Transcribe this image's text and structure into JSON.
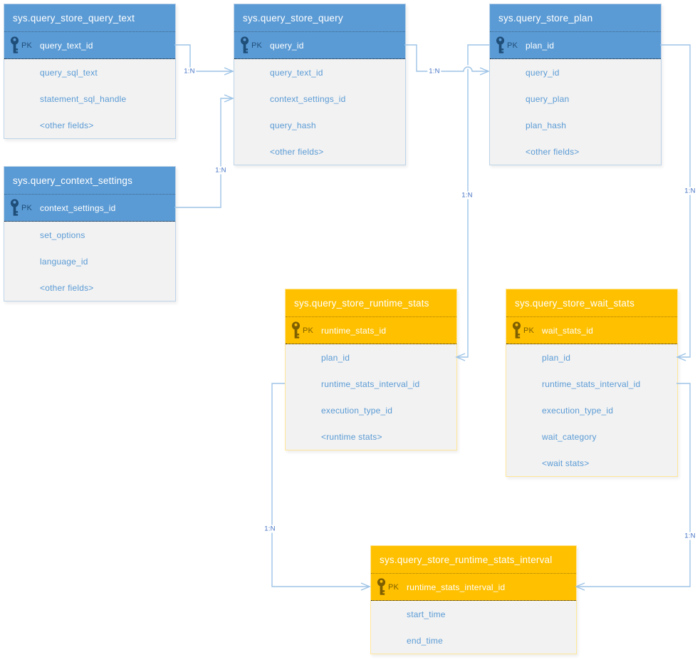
{
  "labels": {
    "pk": "PK"
  },
  "colors": {
    "blue_header": "#5B9BD5",
    "orange_header": "#FFC000",
    "body_background": "#F2F2F2",
    "field_text": "#5B9BD5",
    "header_text": "#FFFFFF",
    "connector_line": "#9DC3E6",
    "relationship_label_text": "#4472C4",
    "blue_key_icon": "#1F4E79",
    "orange_key_icon": "#7F6000"
  },
  "tables": [
    {
      "title": "sys.query_store_query_text",
      "theme": "blue",
      "pk": "query_text_id",
      "fields": [
        "query_sql_text",
        "statement_sql_handle",
        "<other fields>"
      ]
    },
    {
      "title": "sys.query_store_query",
      "theme": "blue",
      "pk": "query_id",
      "fields": [
        "query_text_id",
        "context_settings_id",
        "query_hash",
        "<other fields>"
      ]
    },
    {
      "title": "sys.query_store_plan",
      "theme": "blue",
      "pk": "plan_id",
      "fields": [
        "query_id",
        "query_plan",
        "plan_hash",
        "<other fields>"
      ]
    },
    {
      "title": "sys.query_context_settings",
      "theme": "blue",
      "pk": "context_settings_id",
      "fields": [
        "set_options",
        "language_id",
        "<other fields>"
      ]
    },
    {
      "title": "sys.query_store_runtime_stats",
      "theme": "orange",
      "pk": "runtime_stats_id",
      "fields": [
        "plan_id",
        "runtime_stats_interval_id",
        "execution_type_id",
        "<runtime stats>"
      ]
    },
    {
      "title": "sys.query_store_wait_stats",
      "theme": "orange",
      "pk": "wait_stats_id",
      "fields": [
        "plan_id",
        "runtime_stats_interval_id",
        "execution_type_id",
        "wait_category",
        "<wait stats>"
      ]
    },
    {
      "title": "sys.query_store_runtime_stats_interval",
      "theme": "orange",
      "pk": "runtime_stats_interval_id",
      "fields": [
        "start_time",
        "end_time"
      ]
    }
  ],
  "relationships": [
    {
      "from": "sys.query_store_query_text.query_text_id",
      "to": "sys.query_store_query.query_text_id",
      "label": "1:N"
    },
    {
      "from": "sys.query_store_query.query_id",
      "to": "sys.query_store_plan.query_id",
      "label": "1:N"
    },
    {
      "from": "sys.query_context_settings.context_settings_id",
      "to": "sys.query_store_query.context_settings_id",
      "label": "1:N"
    },
    {
      "from": "sys.query_store_plan.plan_id",
      "to": "sys.query_store_runtime_stats.plan_id",
      "label": "1:N"
    },
    {
      "from": "sys.query_store_plan.plan_id",
      "to": "sys.query_store_wait_stats.plan_id",
      "label": "1:N"
    },
    {
      "from": "sys.query_store_runtime_stats.runtime_stats_interval_id",
      "to": "sys.query_store_runtime_stats_interval.runtime_stats_interval_id",
      "label": "1:N"
    },
    {
      "from": "sys.query_store_wait_stats.runtime_stats_interval_id",
      "to": "sys.query_store_runtime_stats_interval.runtime_stats_interval_id",
      "label": "1:N"
    }
  ]
}
